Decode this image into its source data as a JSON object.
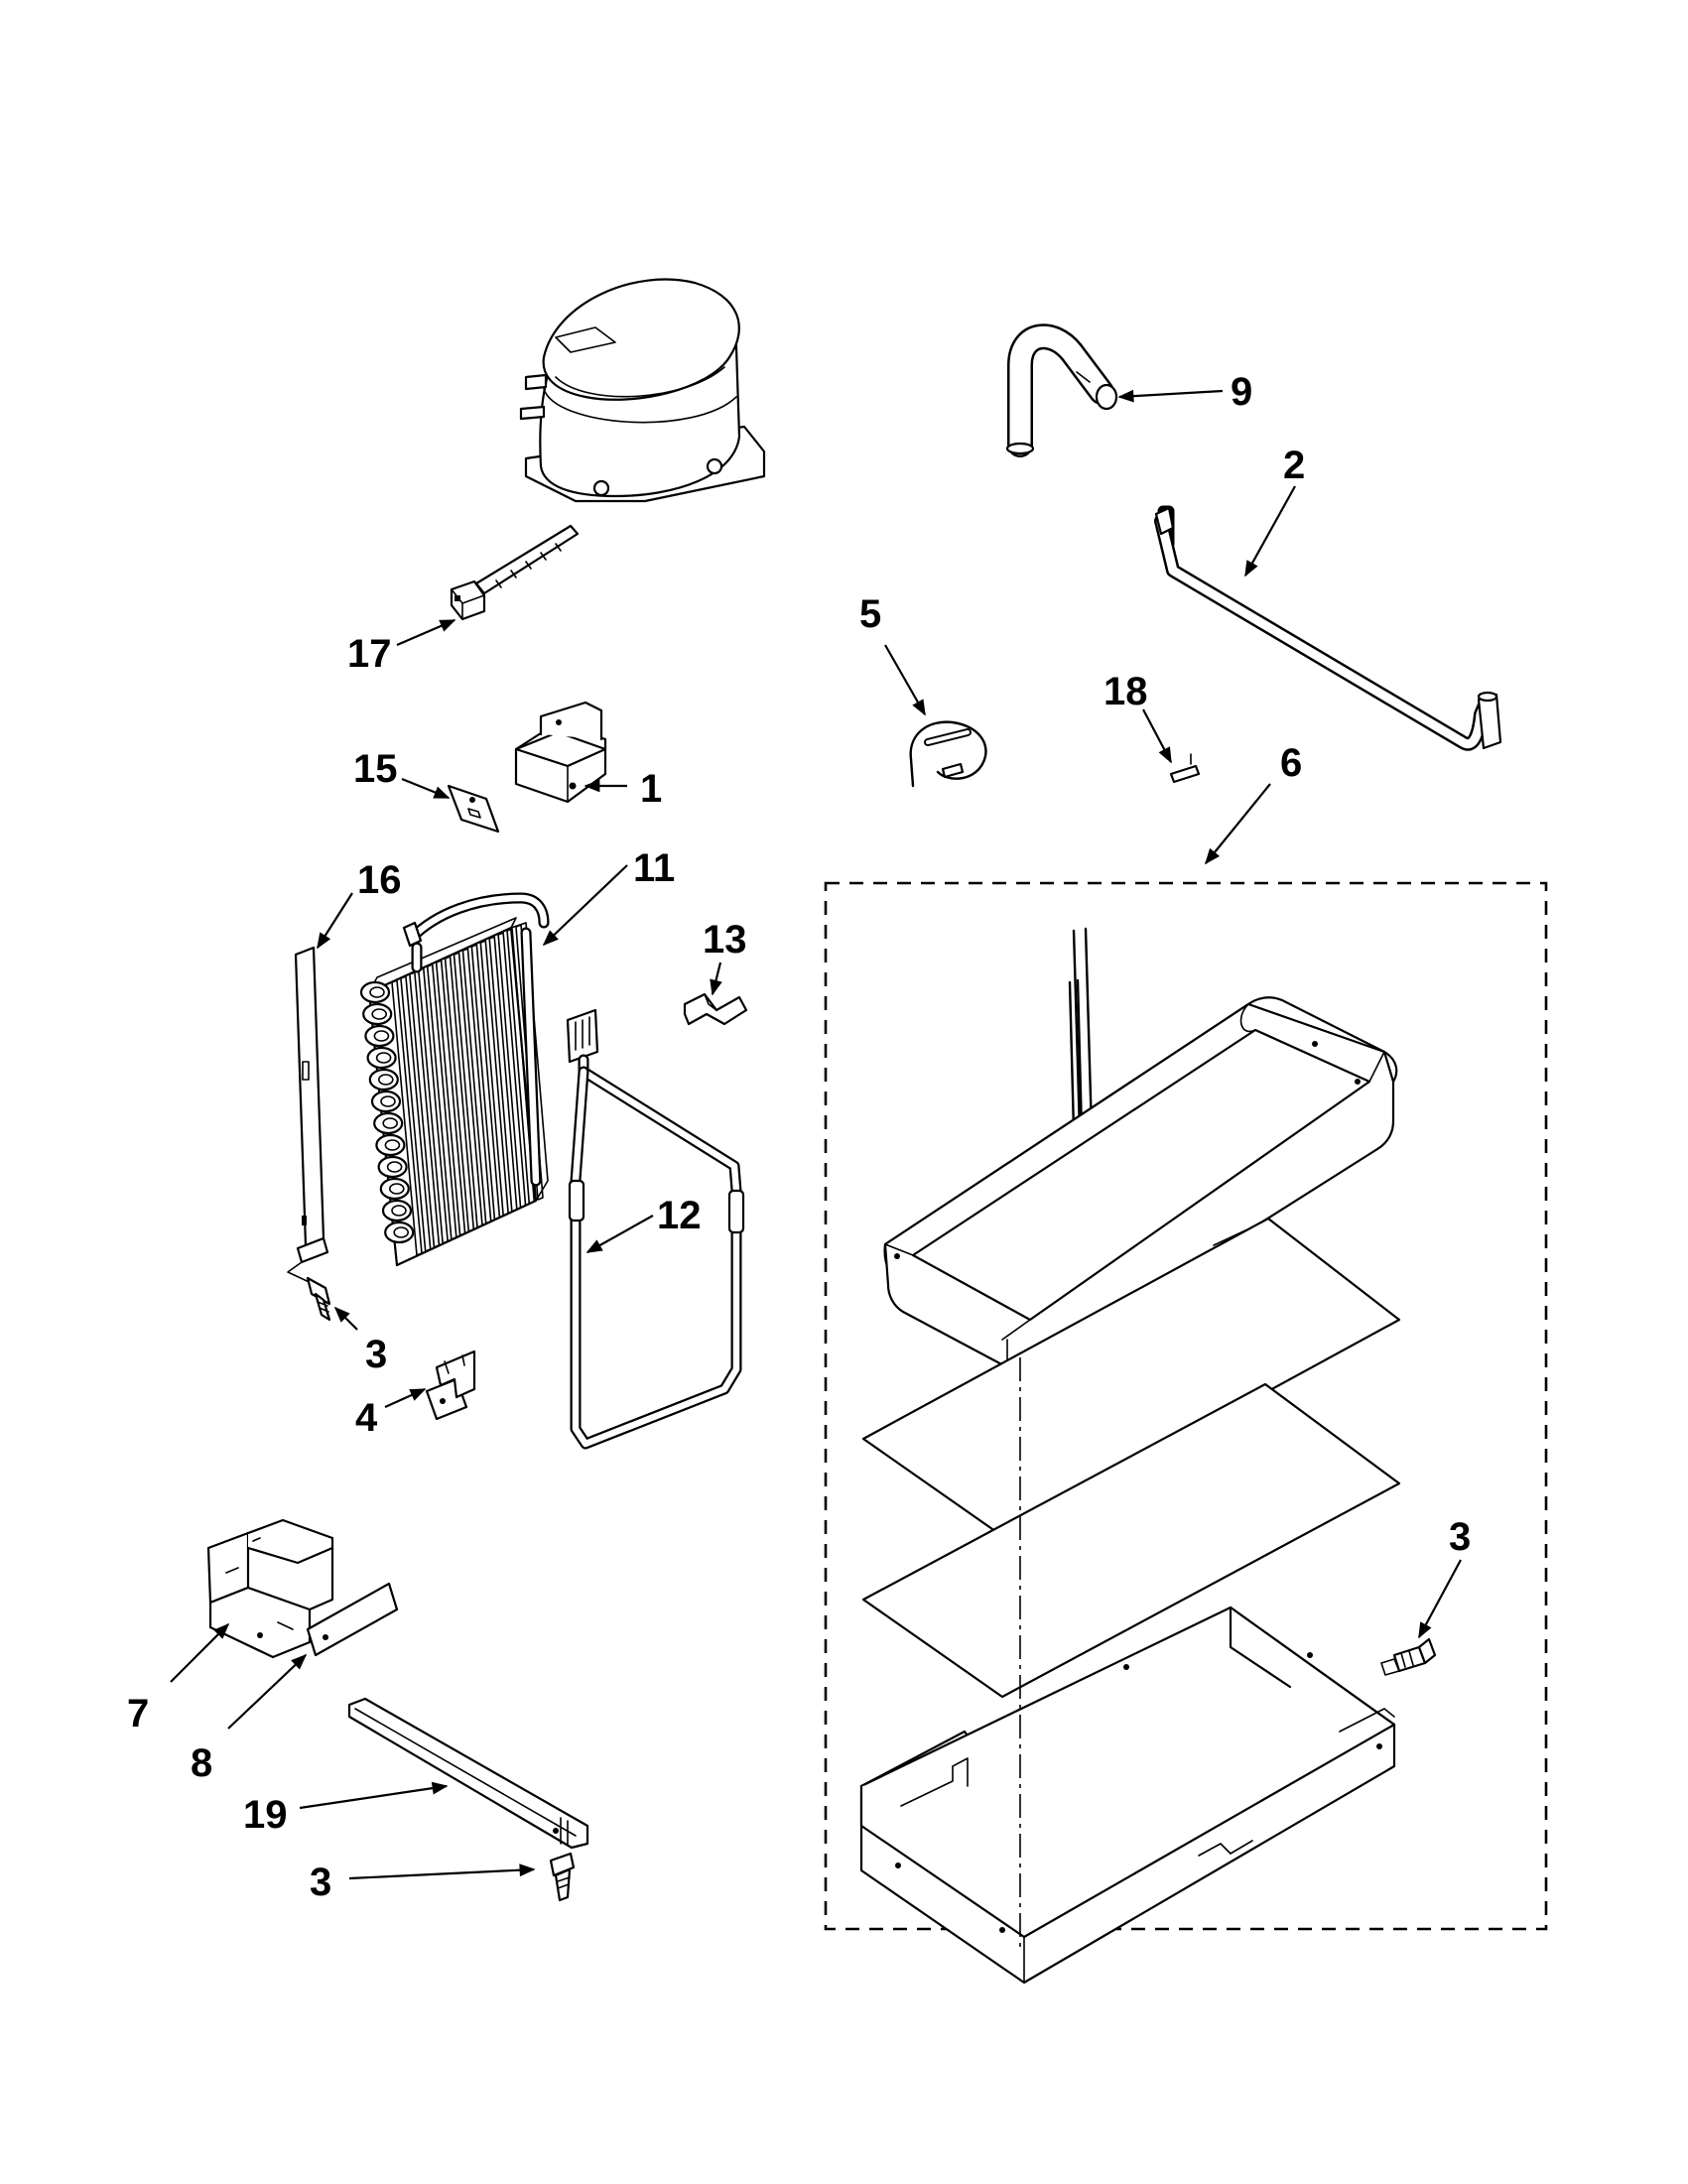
{
  "callouts": {
    "c1": "1",
    "c2": "2",
    "c3a": "3",
    "c3b": "3",
    "c3c": "3",
    "c4": "4",
    "c5": "5",
    "c6": "6",
    "c7": "7",
    "c8": "8",
    "c9": "9",
    "c11": "11",
    "c12": "12",
    "c13": "13",
    "c15": "15",
    "c16": "16",
    "c17": "17",
    "c18": "18",
    "c19": "19"
  },
  "colors": {
    "line": "#000000",
    "background": "#ffffff"
  }
}
